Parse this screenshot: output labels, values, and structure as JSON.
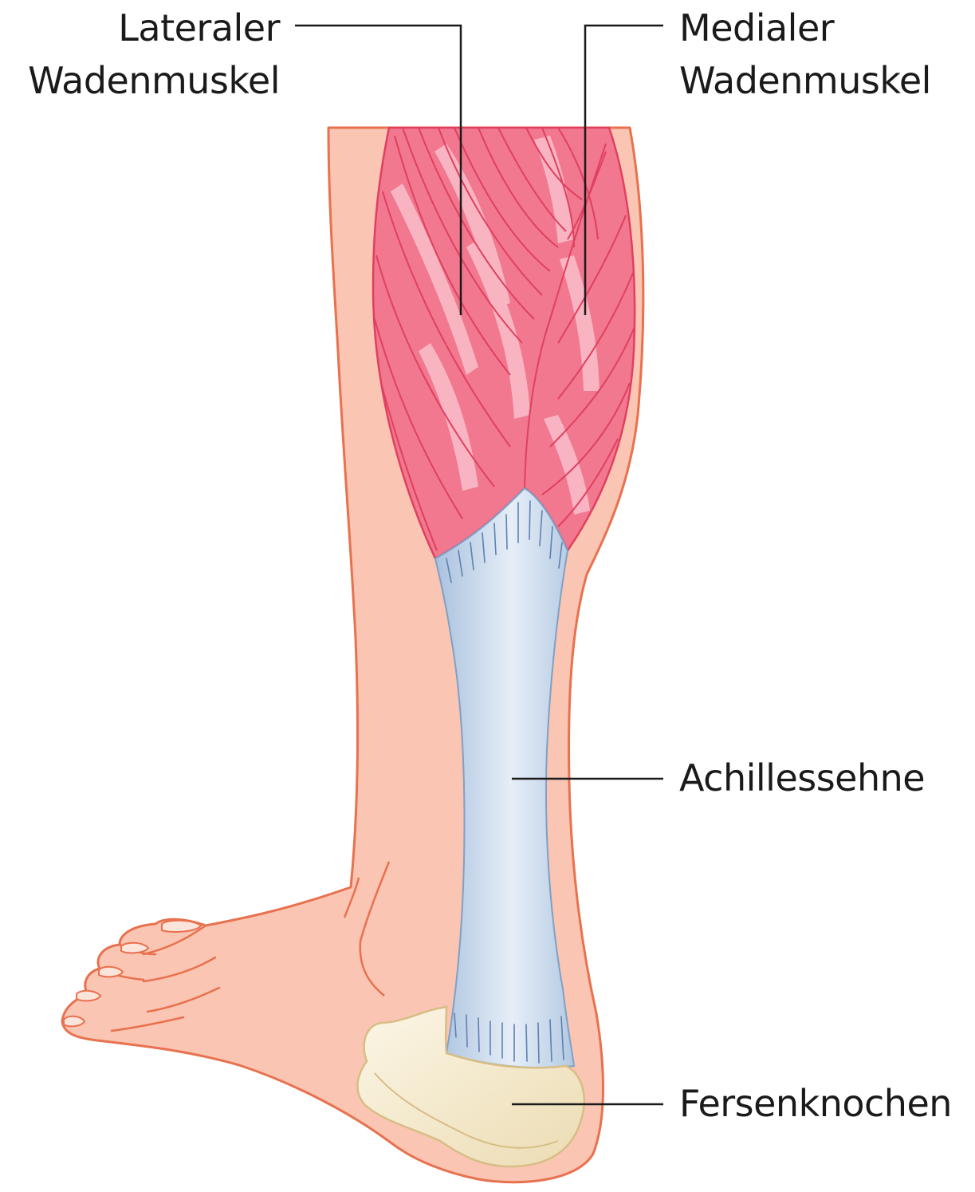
{
  "labels": {
    "lateral_calf": {
      "line1": "Lateraler",
      "line2": "Wadenmuskel"
    },
    "medial_calf": {
      "line1": "Medialer",
      "line2": "Wadenmuskel"
    },
    "achilles": "Achillessehne",
    "heel_bone": "Fersenknochen"
  },
  "colors": {
    "skin": "#fac5b2",
    "skin_outline": "#e8714f",
    "muscle": "#f1788f",
    "muscle_highlight": "#fbc3cf",
    "muscle_fiber": "#e0405f",
    "tendon": "#b9cfe6",
    "tendon_highlight": "#e4edf6",
    "tendon_fiber": "#5d82b0",
    "bone": "#f5ecd3",
    "bone_outline": "#d7bd86",
    "leader_line": "#1a1a1a"
  }
}
